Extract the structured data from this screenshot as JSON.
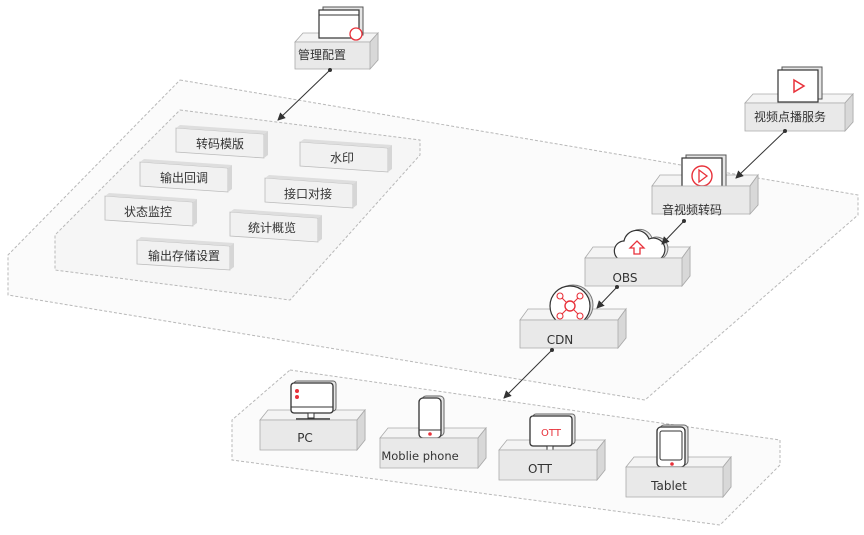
{
  "colors": {
    "accent": "#e8313a",
    "box_face": "#e9e9e9",
    "box_top": "#f4f4f4",
    "box_side": "#d8d8d8",
    "dashed_border": "#b8b8b8",
    "zone_fill": "#fafafa",
    "text": "#333333"
  },
  "management": {
    "label": "管理配置",
    "icon": "window-settings-icon"
  },
  "vod_service": {
    "label": "视频点播服务",
    "icon": "video-frame-play-icon"
  },
  "modules": [
    {
      "label": "转码模版"
    },
    {
      "label": "水印"
    },
    {
      "label": "输出回调"
    },
    {
      "label": "接口对接"
    },
    {
      "label": "状态监控"
    },
    {
      "label": "统计概览"
    },
    {
      "label": "输出存储设置"
    }
  ],
  "pipeline": [
    {
      "id": "transcode",
      "label": "音视频转码",
      "icon": "play-circle-icon"
    },
    {
      "id": "obs",
      "label": "OBS",
      "icon": "cloud-upload-icon"
    },
    {
      "id": "cdn",
      "label": "CDN",
      "icon": "network-hub-icon"
    }
  ],
  "devices": [
    {
      "id": "pc",
      "label": "PC",
      "icon": "monitor-icon"
    },
    {
      "id": "mobile",
      "label": "Moblie phone",
      "icon": "phone-icon"
    },
    {
      "id": "ott",
      "label": "OTT",
      "icon": "tv-icon",
      "screen_text": "OTT"
    },
    {
      "id": "tablet",
      "label": "Tablet",
      "icon": "tablet-icon"
    }
  ]
}
